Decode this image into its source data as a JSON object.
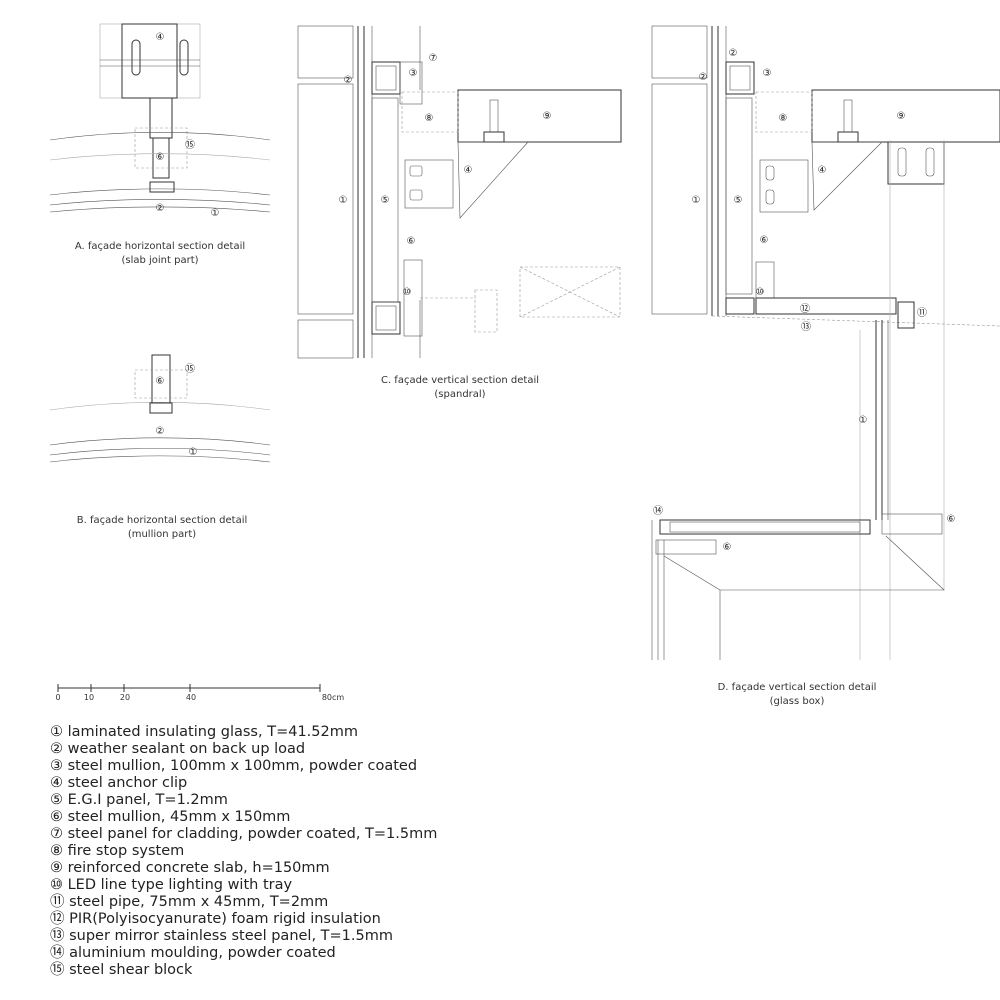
{
  "captions": {
    "a_line1": "A. façade horizontal section detail",
    "a_line2": "(slab joint part)",
    "b_line1": "B. façade horizontal section detail",
    "b_line2": "(mullion part)",
    "c_line1": "C. façade vertical section detail",
    "c_line2": "(spandral)",
    "d_line1": "D. façade vertical section detail",
    "d_line2": "(glass box)"
  },
  "scale_bar": {
    "ticks": [
      "0",
      "10",
      "20",
      "40",
      "80cm"
    ]
  },
  "callouts": {
    "n1": "①",
    "n2": "②",
    "n3": "③",
    "n4": "④",
    "n5": "⑤",
    "n6": "⑥",
    "n7": "⑦",
    "n8": "⑧",
    "n9": "⑨",
    "n10": "⑩",
    "n11": "⑪",
    "n12": "⑫",
    "n13": "⑬",
    "n14": "⑭",
    "n15": "⑮"
  },
  "legend": [
    "① laminated insulating glass, T=41.52mm",
    "② weather sealant on back up load",
    "③ steel mullion, 100mm x 100mm, powder coated",
    "④ steel anchor clip",
    "⑤ E.G.I panel, T=1.2mm",
    "⑥ steel mullion, 45mm x 150mm",
    "⑦ steel panel for cladding, powder coated, T=1.5mm",
    "⑧ fire stop system",
    "⑨ reinforced concrete slab, h=150mm",
    "⑩ LED line type lighting with tray",
    "⑪ steel pipe, 75mm x 45mm, T=2mm",
    "⑫ PIR(Polyisocyanurate) foam rigid insulation",
    "⑬ super mirror stainless steel panel, T=1.5mm",
    "⑭ aluminium moulding, powder coated",
    "⑮ steel shear block"
  ]
}
